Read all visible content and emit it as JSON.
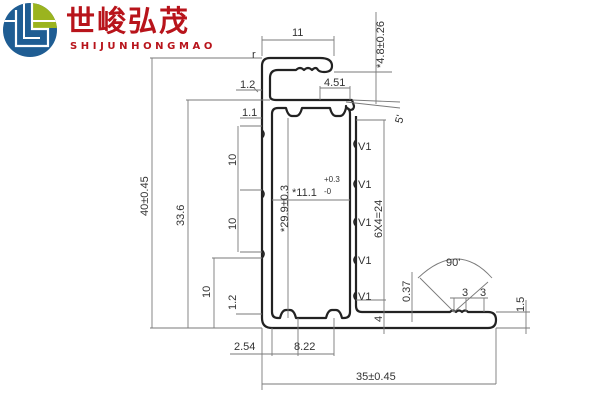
{
  "brand": {
    "name_cn": "世峻弘茂",
    "name_en": "SHIJUNHONGMAO",
    "colors": {
      "red": "#b8141b",
      "blue": "#1f5d93",
      "green": "#9bb41f"
    }
  },
  "drawing": {
    "type": "aluminum profile cross-section",
    "line_color": "#222222",
    "dim_line_color": "#7a7a7a",
    "dimensions": {
      "top_lip_width": "11",
      "top_lip_height": "*4.8±0.26",
      "corner_r_top": "r",
      "wall_1_2_top": "1.2",
      "wall_1_1": "1.1",
      "slot_4_51": "4.51",
      "angle_5": "5'",
      "total_height": "40±0.45",
      "inner_height": "33.6",
      "pitch_10_a": "10",
      "pitch_10_b": "10",
      "pitch_10_c": "10",
      "cavity_height": "*29.9±0.3",
      "cavity_width": "*11.1",
      "cavity_width_tol_upper": "+0.3",
      "cavity_width_tol_lower": "-0",
      "v_marks": [
        "V1",
        "V1",
        "V1",
        "V1",
        "V1"
      ],
      "serration": "6X4=24",
      "base_wall_1_2": "1.2",
      "offset_2_54": "2.54",
      "slot_8_22": "8.22",
      "total_width": "35±0.45",
      "angle_90": "90'",
      "step_0_37": "0.37",
      "base_4": "4",
      "grip_3_a": "3",
      "grip_3_b": "3",
      "base_thickness": "1.5"
    }
  }
}
